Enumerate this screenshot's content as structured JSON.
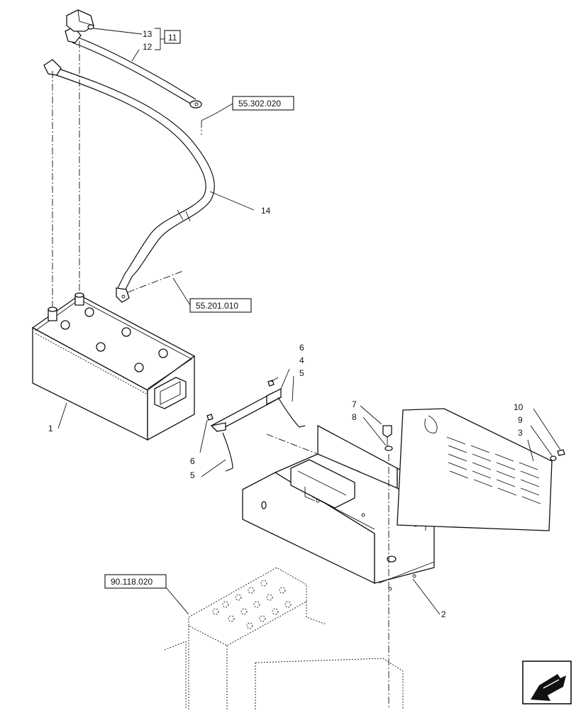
{
  "callouts": {
    "c1": "1",
    "c2": "2",
    "c3": "3",
    "c4": "4",
    "c5a": "5",
    "c5b": "5",
    "c6a": "6",
    "c6b": "6",
    "c7": "7",
    "c8": "8",
    "c9": "9",
    "c10": "10",
    "c11": "11",
    "c12": "12",
    "c13": "13",
    "c14": "14"
  },
  "references": {
    "r55302": "55.302.020",
    "r55201": "55.201.010",
    "r90118": "90.118.020"
  },
  "icons": {
    "nav": "arrow-down-left-icon"
  }
}
